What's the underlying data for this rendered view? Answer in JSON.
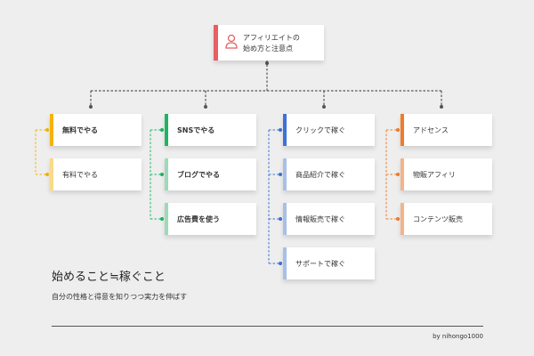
{
  "root": {
    "line1": "アフィリエイトの",
    "line2": "始め方と注意点",
    "icon": "person-icon",
    "color": "#e85f63"
  },
  "columns": [
    {
      "color": "#f5b400",
      "light": "#f9d98a",
      "items": [
        {
          "label": "無料でやる",
          "bold": true
        },
        {
          "label": "有料でやる",
          "bold": false
        }
      ]
    },
    {
      "color": "#1db561",
      "light": "#9ed9b8",
      "items": [
        {
          "label": "SNSでやる",
          "bold": true
        },
        {
          "label": "ブログでやる",
          "bold": true
        },
        {
          "label": "広告費を使う",
          "bold": true
        }
      ]
    },
    {
      "color": "#3b72d9",
      "light": "#a8bfe8",
      "items": [
        {
          "label": "クリックで稼ぐ",
          "bold": false
        },
        {
          "label": "商品紹介で稼ぐ",
          "bold": false
        },
        {
          "label": "情報販売で稼ぐ",
          "bold": false
        },
        {
          "label": "サポートで稼ぐ",
          "bold": false
        }
      ]
    },
    {
      "color": "#f07b2c",
      "light": "#f2b48a",
      "items": [
        {
          "label": "アドセンス",
          "bold": false
        },
        {
          "label": "物販アフィリ",
          "bold": false
        },
        {
          "label": "コンテンツ販売",
          "bold": false
        }
      ]
    }
  ],
  "headline": "始めること≒稼ぐこと",
  "subline": "自分の性格と得意を知りつつ実力を伸ばす",
  "credit": "by nihongo1000",
  "colors": {
    "connector": "#555555"
  }
}
